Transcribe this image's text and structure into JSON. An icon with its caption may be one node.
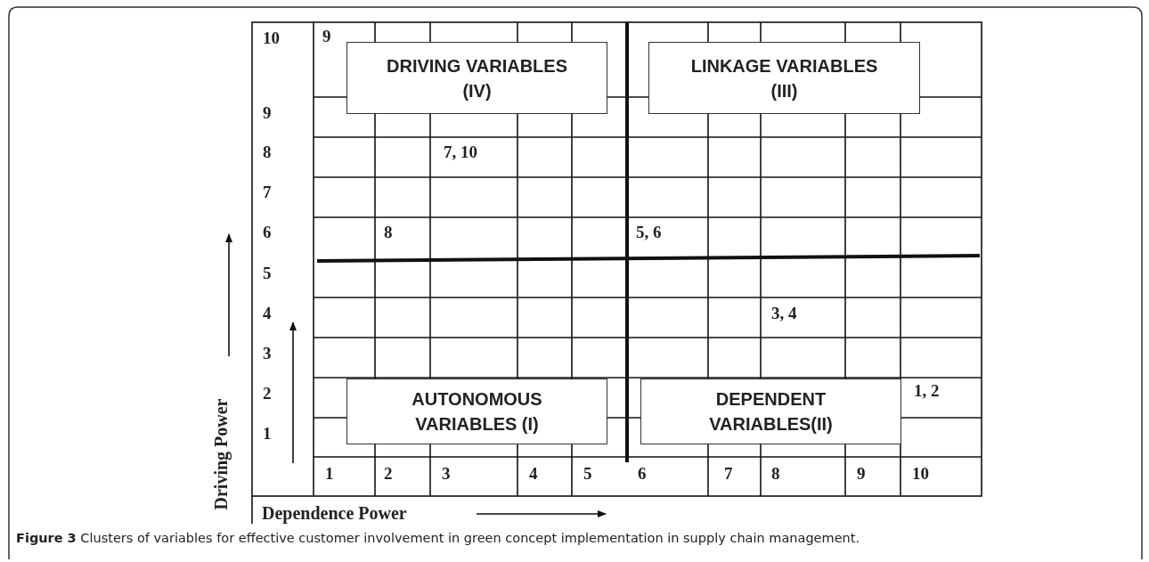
{
  "diagram": {
    "caption": "**Figure 3** Clusters of variables for effective customer involvement in green concept implementation in supply chain management.",
    "nodes": [
      {
        "text": [
          "DRIVING VARIABLES (IV)"
        ]
      },
      {
        "text": [
          "LINKAGE VARIABLES (III)"
        ]
      },
      {
        "text": [
          "AUTONOMOUS VARIABLES (I)"
        ]
      },
      {
        "text": [
          "DEPENDENT VARIABLES(II)"
        ]
      }
    ],
    "edges": [],
    "labels": [
      "10",
      "9",
      "9",
      "8",
      "7, 10",
      "7",
      "6",
      "8",
      "5, 6",
      "5",
      "4",
      "3, 4",
      "3",
      "2",
      "1, 2",
      "1",
      "1",
      "2",
      "3",
      "4",
      "5",
      "6",
      "7",
      "8",
      "9",
      "10",
      "Driving Power",
      "Dependence Power"
    ]
  }
}
